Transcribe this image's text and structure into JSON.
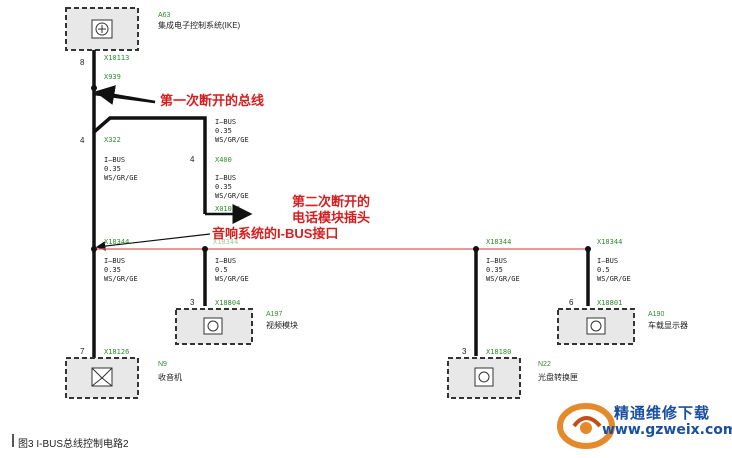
{
  "components": {
    "ike": {
      "id": "A63",
      "name": "集成电子控制系统(IKE)",
      "pin": "8",
      "connector": "X10113"
    },
    "telephone": {
      "id": "A197",
      "name": "视频模块",
      "pin": "3",
      "connector": "X18804"
    },
    "display": {
      "id": "A190",
      "name": "车载显示器",
      "pin": "6",
      "connector": "X18801"
    },
    "radio": {
      "id": "N9",
      "name": "收音机",
      "pin": "7",
      "connector": "X18126"
    },
    "cd_changer": {
      "id": "N22",
      "name": "光盘转换匣",
      "pin": "3",
      "connector": "X18180"
    }
  },
  "connectors": {
    "splice_top": "X939",
    "splice_left": "X322",
    "splice_left_pin": "4",
    "phone_conn": "X400",
    "phone_conn_pin": "4",
    "phone_end": "X01036",
    "bus_mid": "X18344",
    "bus_mid_shadow": "X18344",
    "bus_right1": "X18344",
    "bus_right2": "X18344"
  },
  "wires": {
    "w1": {
      "name": "I—BUS",
      "size": "0.35",
      "color": "WS/GR/GE"
    },
    "w2": {
      "name": "I—BUS",
      "size": "0.35",
      "color": "WS/GR/GE"
    },
    "w3": {
      "name": "I—BUS",
      "size": "0.35",
      "color": "WS/GR/GE"
    },
    "w4": {
      "name": "I—BUS",
      "size": "0.35",
      "color": "WS/GR/GE"
    },
    "w5": {
      "name": "I—BUS",
      "size": "0.5",
      "color": "WS/GR/GE"
    },
    "w6": {
      "name": "I—BUS",
      "size": "0.35",
      "color": "WS/GR/GE"
    },
    "w7": {
      "name": "I—BUS",
      "size": "0.5",
      "color": "WS/GR/GE"
    }
  },
  "annotations": {
    "first_break": "第一次断开的总线",
    "second_break_line1": "第二次断开的",
    "second_break_line2": "电话模块插头",
    "audio_interface": "音响系统的I-BUS接口"
  },
  "caption": "图3 I-BUS总线控制电路2",
  "watermark": {
    "title": "精通维修下载",
    "url": "www.gzweix.com"
  },
  "colors": {
    "wire": "#111111",
    "connector_label": "#2f8a2f",
    "annotation": "#d42020",
    "bus_red": "#e05a5a",
    "box_fill": "#e8e8e8"
  }
}
